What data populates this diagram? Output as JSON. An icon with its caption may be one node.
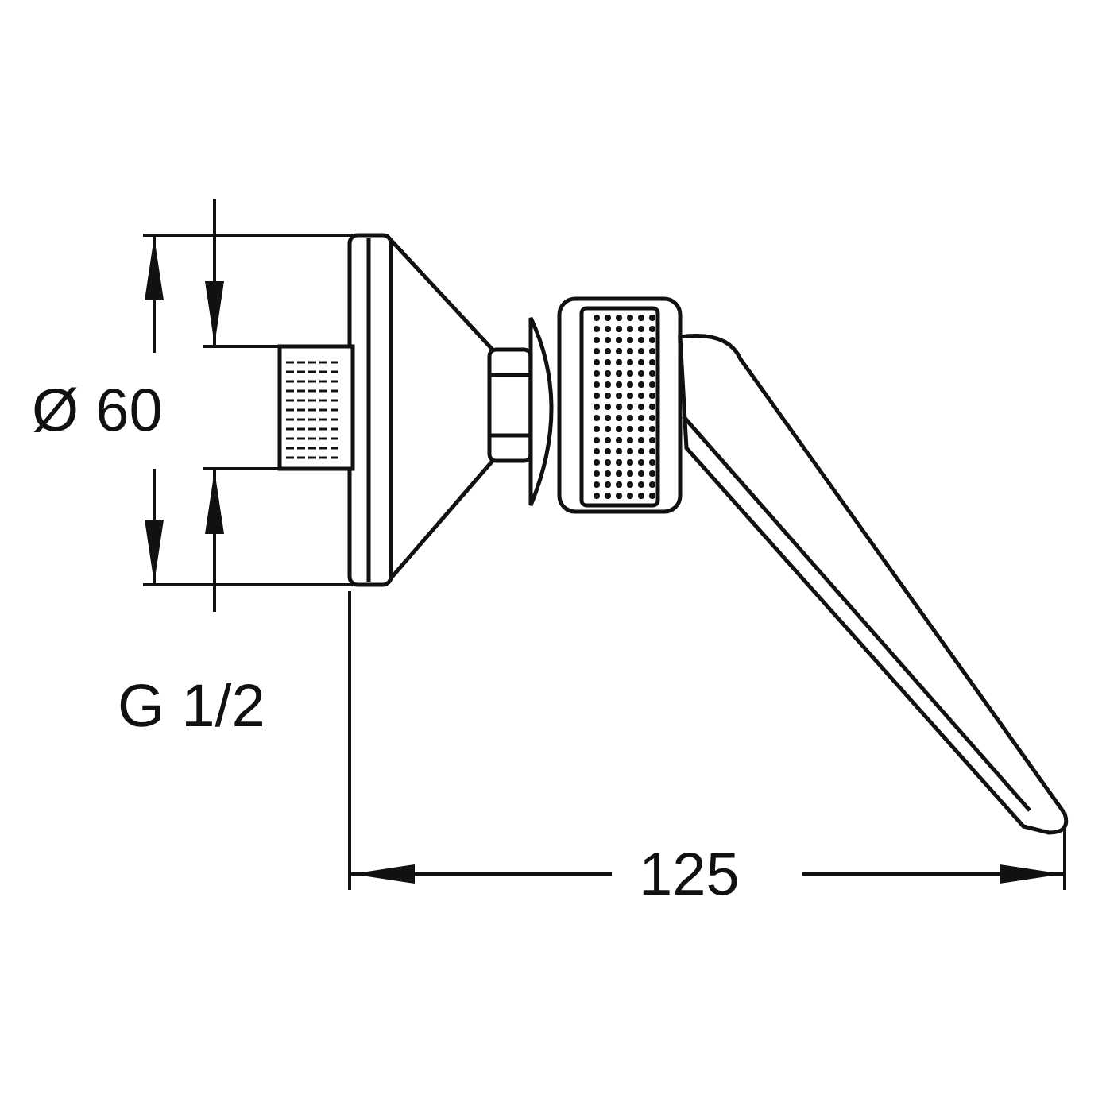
{
  "diagram": {
    "labels": [
      "Ø 60",
      "G 1/2",
      "125"
    ]
  }
}
